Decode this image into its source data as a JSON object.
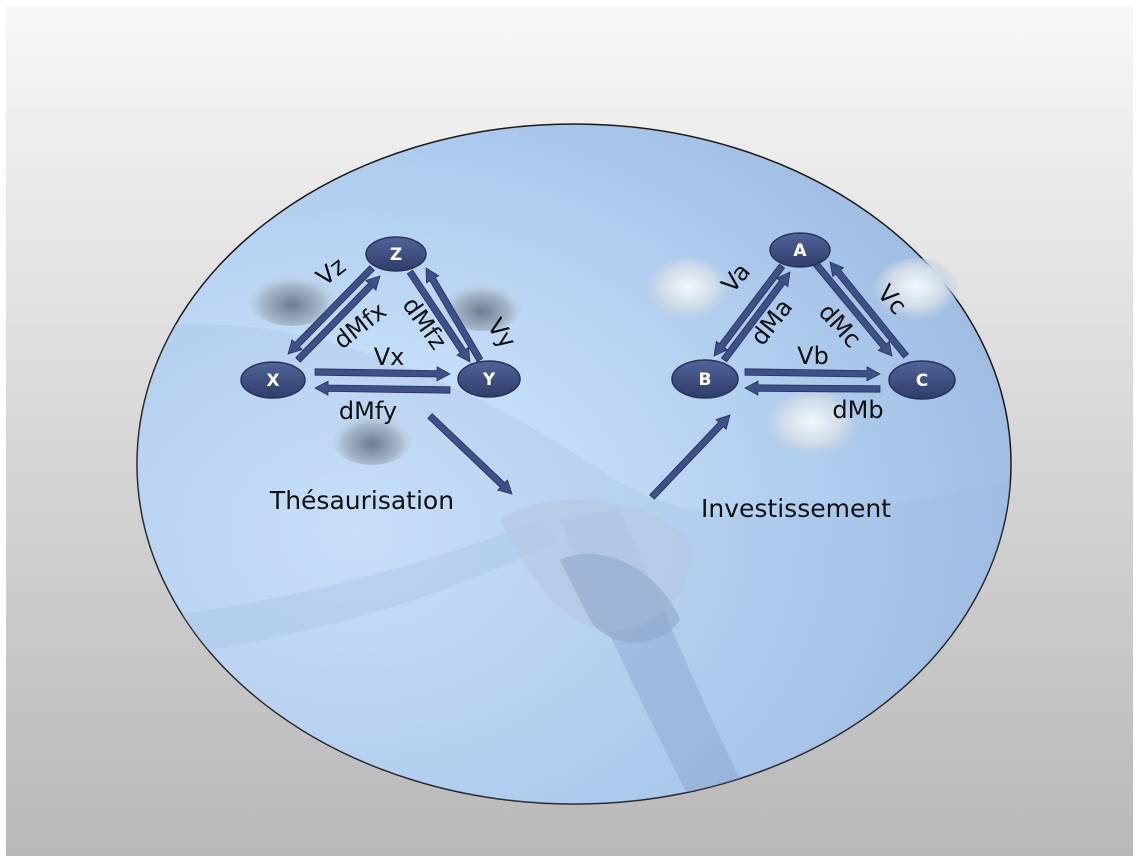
{
  "diagram": {
    "colors": {
      "node_fill": "#3b4a7a",
      "arrow_fill": "#3f5089",
      "disc_light": "#cfe6ff",
      "disc_dark": "#94b2dc",
      "backdrop_top": "#f6f6f6",
      "backdrop_bottom": "#b9b9b9"
    },
    "left_group": {
      "region_label": "Thésaurisation",
      "nodes": {
        "x": "X",
        "y": "Y",
        "z": "Z"
      },
      "flows": {
        "vz": "Vz",
        "dmfx": "dMfx",
        "dmfz": "dMfz",
        "vy": "Vy",
        "vx": "Vx",
        "dmfy": "dMfy"
      }
    },
    "right_group": {
      "region_label": "Investissement",
      "nodes": {
        "a": "A",
        "b": "B",
        "c": "C"
      },
      "flows": {
        "va": "Va",
        "dma": "dMa",
        "dmc": "dMc",
        "vc": "Vc",
        "vb": "Vb",
        "dmb": "dMb"
      }
    }
  }
}
